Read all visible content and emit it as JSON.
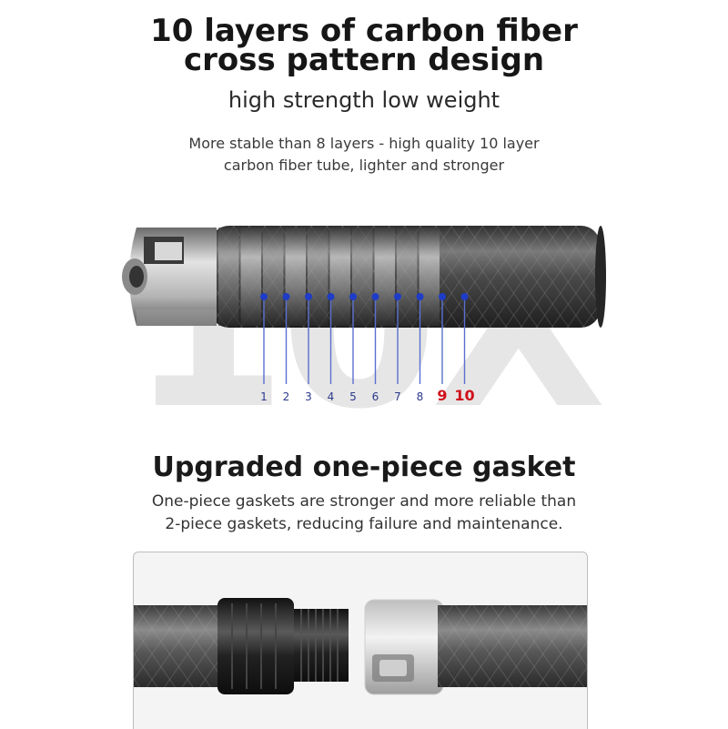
{
  "header": {
    "title_line1": "10 layers of carbon fiber",
    "title_line2": "cross pattern design",
    "subtitle": "high strength low weight",
    "desc_line1": "More stable than 8 layers - high quality 10 layer",
    "desc_line2": "carbon fiber tube, lighter and stronger"
  },
  "layer_diagram": {
    "background_mark": "10X",
    "layers": [
      "1",
      "2",
      "3",
      "4",
      "5",
      "6",
      "7",
      "8",
      "9",
      "10"
    ],
    "highlight_layers": [
      "9",
      "10"
    ],
    "colors": {
      "dot": "#1f3cc7",
      "line": "#5a6fd0",
      "label": "#2b3a8c",
      "highlight": "#d0121b"
    }
  },
  "gasket_section": {
    "title": "Upgraded one-piece gasket",
    "desc_line1": "One-piece gaskets are stronger and more reliable than",
    "desc_line2": "2-piece gaskets, reducing failure and maintenance."
  }
}
